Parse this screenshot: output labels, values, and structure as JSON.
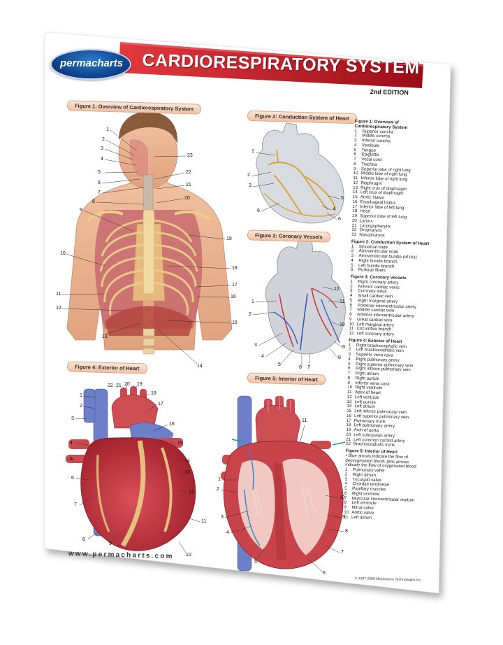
{
  "header": {
    "logo_text": "permacharts",
    "title": "CARDIORESPIRATORY SYSTEM",
    "edition": "2nd EDITION"
  },
  "figures": {
    "fig1": "Figure 1: Overview of Cardiorespiratory System",
    "fig2": "Figure 2: Conduction System of Heart",
    "fig3": "Figure 3: Coronary Vessels",
    "fig4": "Figure 4: Exterior of Heart",
    "fig5": "Figure 5: Interior of Heart"
  },
  "legend": [
    {
      "heading": "Figure 1: Overview of Cardiorespiratory System",
      "items": [
        "Superior concha",
        "Middle concha",
        "Inferior concha",
        "Vestibule",
        "Tongue",
        "Epiglottis",
        "Vocal cord",
        "Trachea",
        "Superior lobe of right lung",
        "Middle lobe of right lung",
        "Inferior lobe of right lung",
        "Diaphragm",
        "Right crus of diaphragm",
        "Left crus of diaphragm",
        "Aortic hiatus",
        "Esophageal hiatus",
        "Inferior lobe of left lung",
        "Heart",
        "Superior lobe of left lung",
        "Larynx",
        "Laryngopharynx",
        "Oropharynx",
        "Nasopharynx"
      ]
    },
    {
      "heading": "Figure 2: Conduction System of Heart",
      "items": [
        "Sinoatrial node",
        "Atrioventricular node",
        "Atrioventricular bundle (of His)",
        "Right bundle branch",
        "Left bundle branch",
        "Purkinje fibers"
      ]
    },
    {
      "heading": "Figure 3: Coronary Vessels",
      "items": [
        "Right coronary artery",
        "Anterior cardiac veins",
        "Coronary sinus",
        "Small cardiac vein",
        "Right marginal artery",
        "Posterior interventricular artery",
        "Middle cardiac vein",
        "Anterior interventricular artery",
        "Great cardiac vein",
        "Left marginal artery",
        "Circumflex branch",
        "Left coronary artery"
      ]
    },
    {
      "heading": "Figure 4: Exterior of Heart",
      "items": [
        "Right brachiocephalic vein",
        "Left brachiocephalic vein",
        "Superior vena cava",
        "Right pulmonary artery",
        "Right superior pulmonary vein",
        "Right inferior pulmonary vein",
        "Right atrium",
        "Right auricle",
        "Inferior vena cava",
        "Right ventricle",
        "Apex of heart",
        "Left ventricle",
        "Left auricle",
        "Left atrium",
        "Left inferior pulmonary vein",
        "Left superior pulmonary vein",
        "Pulmonary trunk",
        "Left pulmonary artery",
        "Arch of aorta",
        "Left subclavian artery",
        "Left common carotid artery",
        "Brachiocephalic trunk"
      ]
    },
    {
      "heading": "Figure 5: Interior of Heart",
      "note": "• Blue arrows indicate the flow of deoxygenated blood; pink arrows indicate the flow of oxygenated blood",
      "items": [
        "Pulmonary valve",
        "Right atrium",
        "Tricuspid valve",
        "Chordae tendineae",
        "Papillary muscles",
        "Right ventricle",
        "Muscular interventricular septum",
        "Left ventricle",
        "Mitral valve",
        "Aortic valve",
        "Left atrium"
      ]
    }
  ],
  "footer": {
    "website": "www.permacharts.com",
    "copyright": "© 1997-2008 Mindsource Technologies Inc."
  },
  "callouts": {
    "fig1": [
      "1",
      "2",
      "3",
      "4",
      "5",
      "6",
      "7",
      "8",
      "9",
      "10",
      "11",
      "12",
      "13",
      "14",
      "15",
      "16",
      "17",
      "18",
      "19",
      "20",
      "21",
      "22",
      "23"
    ],
    "fig2": [
      "1",
      "2",
      "3",
      "4",
      "5",
      "6",
      "6"
    ],
    "fig3": [
      "1",
      "2",
      "3",
      "4",
      "5",
      "6",
      "7",
      "8",
      "9",
      "10",
      "11",
      "12"
    ],
    "fig4": [
      "1",
      "2",
      "3",
      "4",
      "5",
      "6",
      "7",
      "8",
      "9",
      "10",
      "11",
      "12",
      "13",
      "14",
      "15",
      "16",
      "17",
      "18",
      "19",
      "20",
      "21",
      "22"
    ],
    "fig5": [
      "1",
      "2",
      "3",
      "4",
      "5",
      "6",
      "7",
      "8",
      "9",
      "10",
      "11"
    ]
  },
  "colors": {
    "banner": "#c8102e",
    "logo": "#0b3d86",
    "figure_label": "#f0c2a4"
  }
}
